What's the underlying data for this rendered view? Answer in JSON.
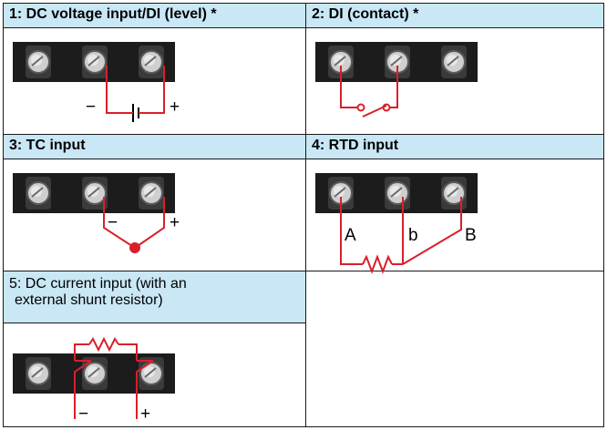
{
  "panels": [
    {
      "title": "1: DC voltage input/DI (level) *",
      "labels": {
        "minus": "−",
        "plus": "+"
      }
    },
    {
      "title": "2: DI (contact) *"
    },
    {
      "title": "3: TC input",
      "labels": {
        "minus": "−",
        "plus": "+"
      }
    },
    {
      "title": "4: RTD input",
      "labels": {
        "a": "A",
        "b": "b",
        "bb": "B"
      }
    },
    {
      "title": "5: DC current input (with an\nexternal shunt resistor)",
      "labels": {
        "minus": "−",
        "plus": "+"
      }
    }
  ],
  "colors": {
    "header_bg": "#c9e7f5",
    "wire": "#d8202a",
    "terminal_block": "#1c1c1c",
    "screw": "#c8c8c8"
  }
}
